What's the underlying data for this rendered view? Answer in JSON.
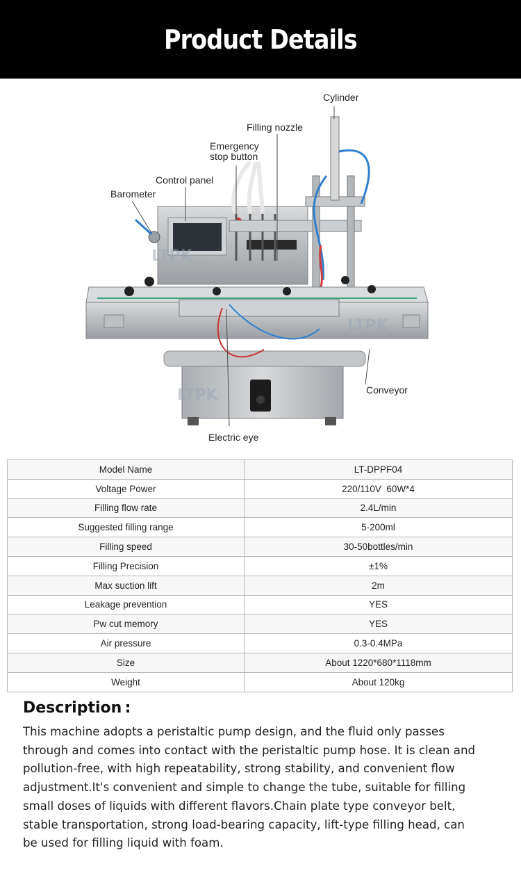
{
  "header": {
    "title": "Product Details"
  },
  "figure": {
    "watermark": "LTPK",
    "callouts": {
      "cylinder": "Cylinder",
      "filling_nozzle": "Filling nozzle",
      "emergency_line1": "Emergency",
      "emergency_line2": "stop button",
      "control_panel": "Control panel",
      "barometer": "Barometer",
      "conveyor": "Conveyor",
      "electric_eye": "Electric eye"
    }
  },
  "specs": [
    {
      "label": "Model Name",
      "value": "LT-DPPF04"
    },
    {
      "label": "Voltage Power",
      "value": "220/110V  60W*4"
    },
    {
      "label": "Filling flow rate",
      "value": "2.4L/min"
    },
    {
      "label": "Suggested filling range",
      "value": "5-200ml"
    },
    {
      "label": "Filling speed",
      "value": "30-50bottles/min"
    },
    {
      "label": "Filling Precision",
      "value": "±1%"
    },
    {
      "label": "Max suction lift",
      "value": "2m"
    },
    {
      "label": "Leakage prevention",
      "value": "YES"
    },
    {
      "label": "Pw cut memory",
      "value": "YES"
    },
    {
      "label": "Air pressure",
      "value": "0.3-0.4MPa"
    },
    {
      "label": "Size",
      "value": "About 1220*680*1118mm"
    },
    {
      "label": "Weight",
      "value": "About 120kg"
    }
  ],
  "description": {
    "title": "Description :",
    "lines": [
      "This machine adopts a peristaltic pump design, and the fluid only passes",
      "through and comes into contact with the peristaltic pump hose. It is clean and",
      "pollution-free, with high repeatability, strong stability, and convenient flow",
      "adjustment.It's convenient and simple to change the tube, suitable for filling",
      "small doses of liquids with different flavors.Chain plate type conveyor belt,",
      "stable transportation, strong load-bearing capacity, lift-type filling head, can",
      "be used for filling liquid with foam."
    ]
  }
}
